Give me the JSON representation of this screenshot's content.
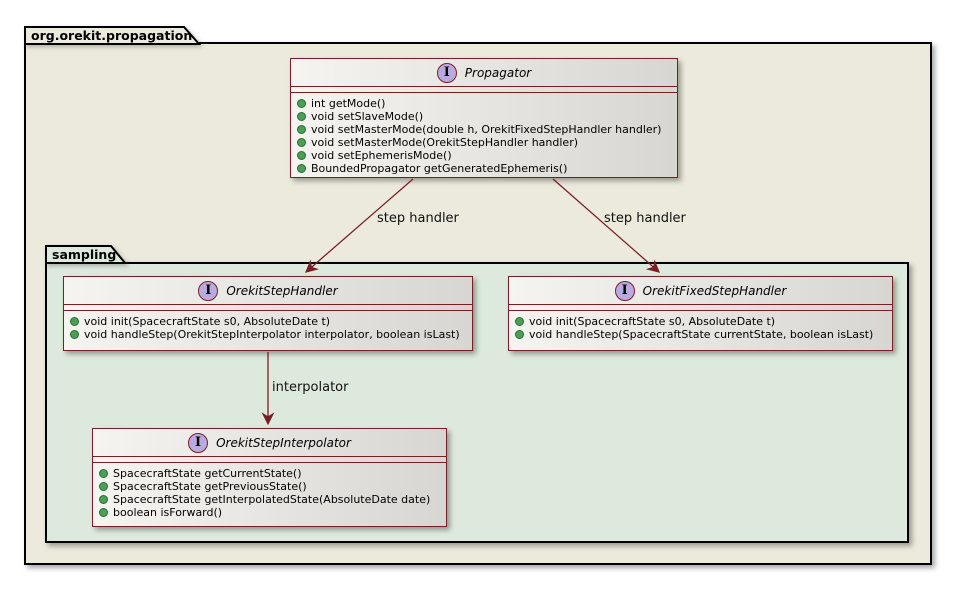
{
  "packages": {
    "outer": {
      "label": "org.orekit.propagation"
    },
    "sampling": {
      "label": "sampling"
    }
  },
  "classes": {
    "propagator": {
      "badge": "I",
      "name": "Propagator",
      "methods": [
        "int getMode()",
        "void setSlaveMode()",
        "void setMasterMode(double h, OrekitFixedStepHandler handler)",
        "void setMasterMode(OrekitStepHandler handler)",
        "void setEphemerisMode()",
        "BoundedPropagator getGeneratedEphemeris()"
      ]
    },
    "orekit_step_handler": {
      "badge": "I",
      "name": "OrekitStepHandler",
      "methods": [
        "void init(SpacecraftState s0, AbsoluteDate t)",
        "void handleStep(OrekitStepInterpolator interpolator, boolean isLast)"
      ]
    },
    "orekit_fixed_step_handler": {
      "badge": "I",
      "name": "OrekitFixedStepHandler",
      "methods": [
        "void init(SpacecraftState s0, AbsoluteDate t)",
        "void handleStep(SpacecraftState currentState, boolean isLast)"
      ]
    },
    "orekit_step_interpolator": {
      "badge": "I",
      "name": "OrekitStepInterpolator",
      "methods": [
        "SpacecraftState getCurrentState()",
        "SpacecraftState getPreviousState()",
        "SpacecraftState getInterpolatedState(AbsoluteDate date)",
        "boolean isForward()"
      ]
    }
  },
  "edges": {
    "left_step_handler": {
      "label": "step handler"
    },
    "right_step_handler": {
      "label": "step handler"
    },
    "interpolator": {
      "label": "interpolator"
    }
  },
  "colors": {
    "border_maroon": "#7B1E24",
    "outer_package_fill": "#EBEADC",
    "sampling_package_fill": "#DEE9DD",
    "box_gradient_start": "#F6F4F0",
    "box_gradient_end": "#D8D6D2",
    "interface_badge_fill": "#B9ABE0",
    "public_method_green": "#4E9E58",
    "package_outline": "#000000"
  }
}
